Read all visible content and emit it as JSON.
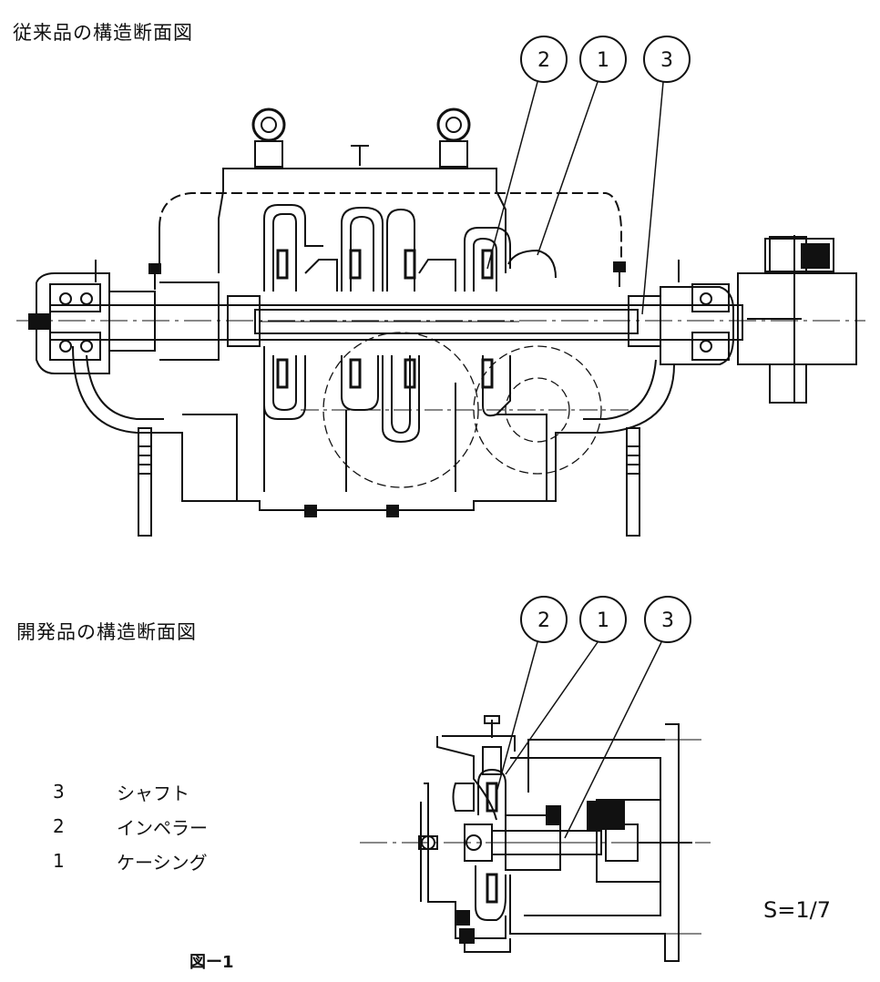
{
  "top_title": "従来品の構造断面図",
  "bottom_title": "開発品の構造断面図",
  "callouts_top": [
    "2",
    "1",
    "3"
  ],
  "callouts_bottom": [
    "2",
    "1",
    "3"
  ],
  "legend": [
    {
      "num": "3",
      "label": "シャフト"
    },
    {
      "num": "2",
      "label": "インペラー"
    },
    {
      "num": "1",
      "label": "ケーシング"
    }
  ],
  "scale": "S=1/7",
  "figure_caption": "図ー1"
}
